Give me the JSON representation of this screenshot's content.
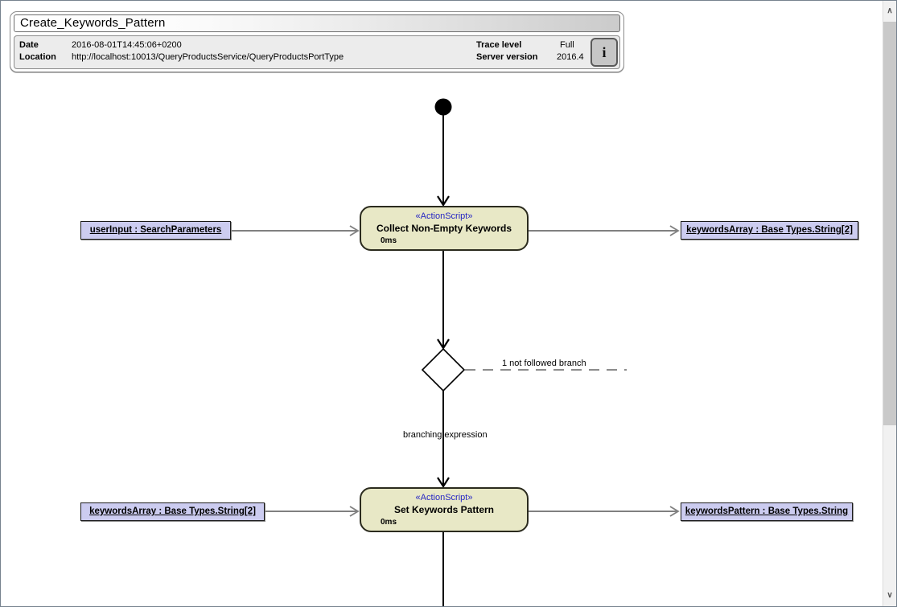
{
  "header": {
    "title": "Create_Keywords_Pattern",
    "info": {
      "date_label": "Date",
      "date_value": "2016-08-01T14:45:06+0200",
      "location_label": "Location",
      "location_value": "http://localhost:10013/QueryProductsService/QueryProductsPortType",
      "trace_level_label": "Trace level",
      "trace_level_value": "Full",
      "server_version_label": "Server version",
      "server_version_value": "2016.4"
    }
  },
  "icons": {
    "info": "i",
    "scroll_up": "∧",
    "scroll_down": "∨"
  },
  "diagram": {
    "actions": [
      {
        "stereotype": "«ActionScript»",
        "name": "Collect Non-Empty Keywords",
        "duration": "0ms"
      },
      {
        "stereotype": "«ActionScript»",
        "name": "Set Keywords Pattern",
        "duration": "0ms"
      }
    ],
    "objects": [
      {
        "label": "userInput : SearchParameters"
      },
      {
        "label": "keywordsArray : Base Types.String[2]"
      },
      {
        "label": "keywordsArray : Base Types.String[2]"
      },
      {
        "label": "keywordsPattern : Base Types.String"
      }
    ],
    "edge_labels": {
      "not_followed": "1 not followed branch",
      "branching": "branching expression"
    },
    "colors": {
      "action_fill": "#e8e8c6",
      "action_border": "#2b2b1e",
      "object_fill": "#ccccf0",
      "stereotype_blue": "#2626c4",
      "object_flow_gray": "#808080",
      "control_flow_black": "#000000"
    }
  }
}
